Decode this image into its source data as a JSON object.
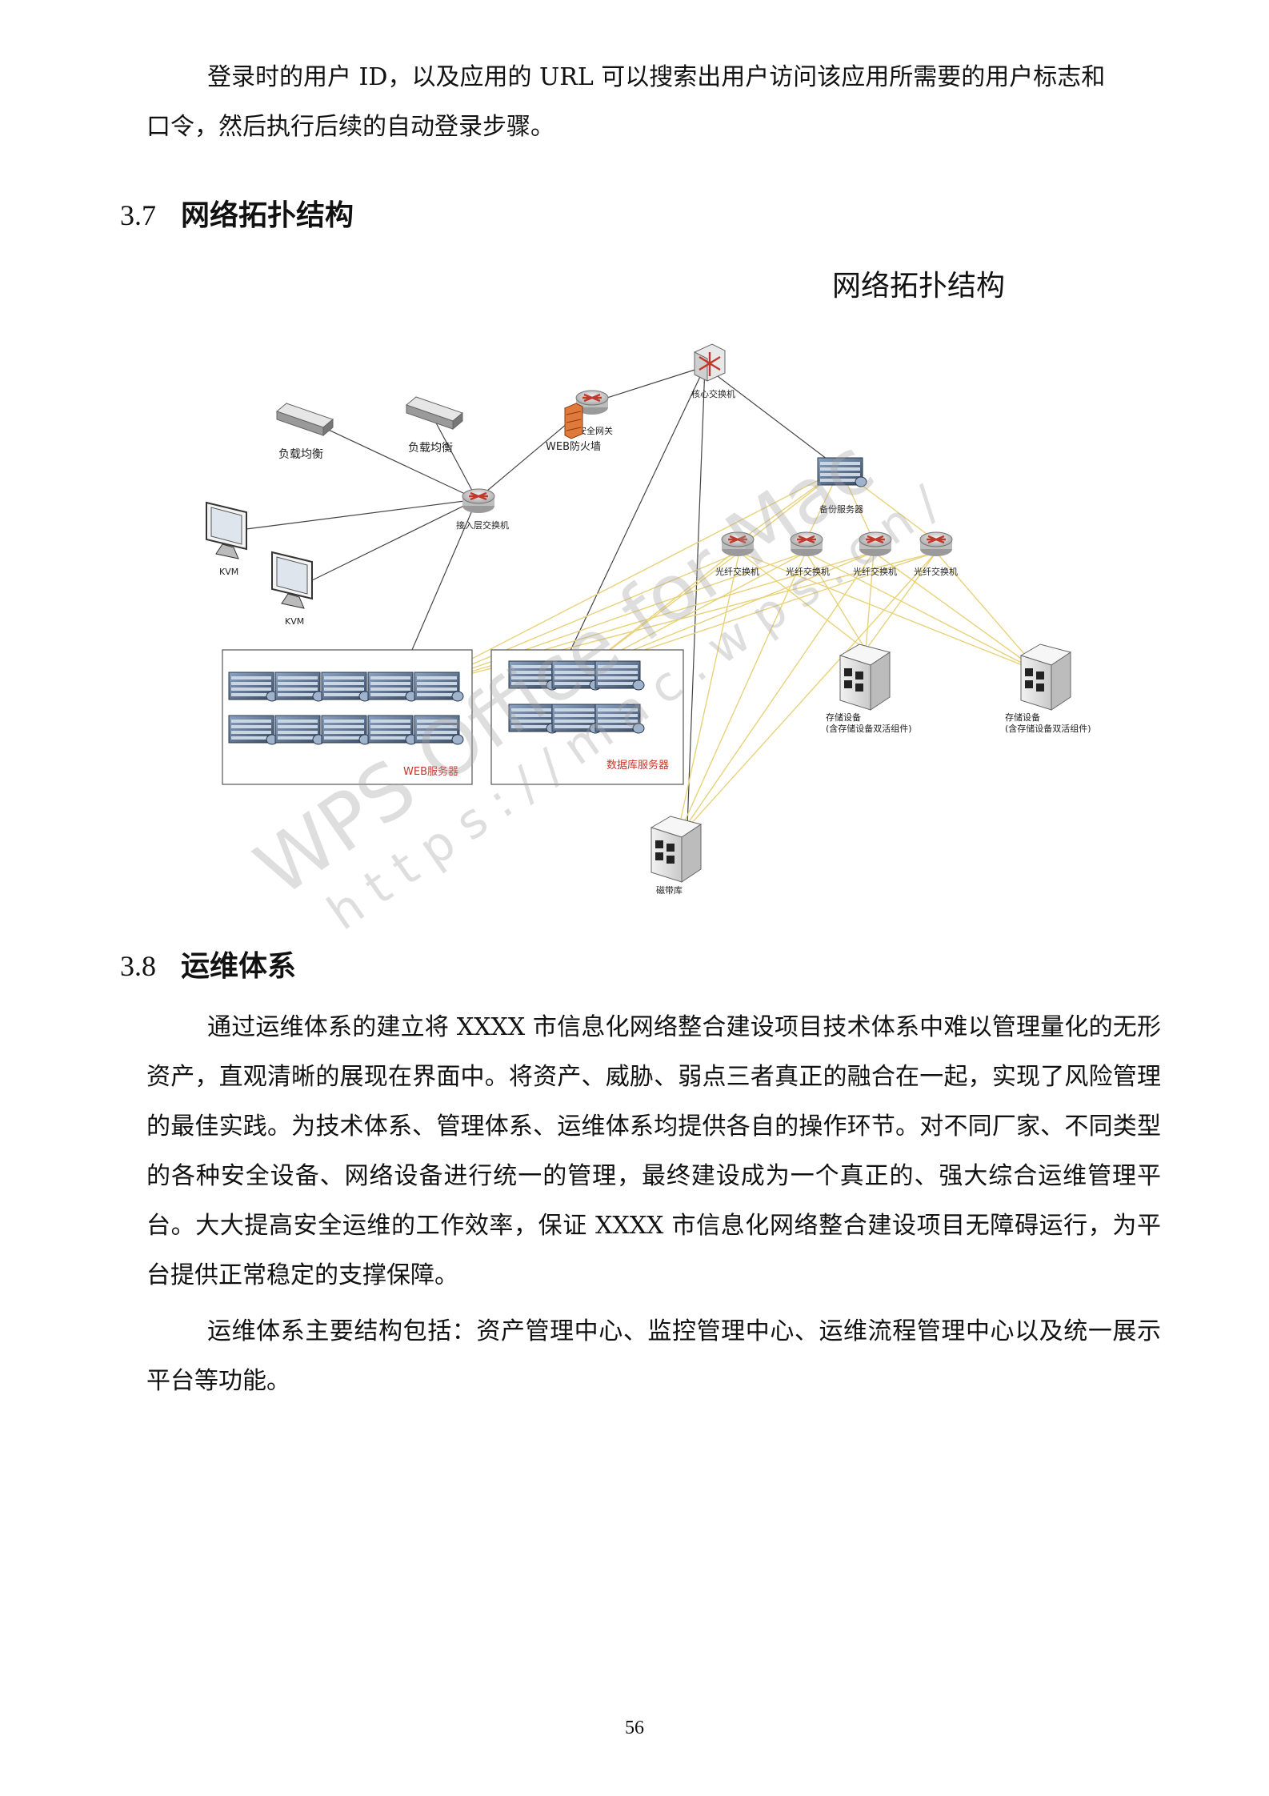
{
  "intro": {
    "line1": "登录时的用户 ID，以及应用的 URL 可以搜索出用户访问该应用所需要的用户标志和",
    "line2": "口令，然后执行后续的自动登录步骤。"
  },
  "section_37": {
    "number": "3.7",
    "title": "网络拓扑结构"
  },
  "figure": {
    "title": "网络拓扑结构",
    "labels": {
      "core_switch": "核心交换机",
      "security_gateway": "安全网关",
      "web_firewall": "WEB防火墙",
      "load_balancer_1": "负载均衡",
      "load_balancer_2": "负载均衡",
      "access_switch": "接入层交换机",
      "kvm_1": "KVM",
      "kvm_2": "KVM",
      "backup_server": "备份服务器",
      "fiber_switch_1": "光纤交换机",
      "fiber_switch_2": "光纤交换机",
      "fiber_switch_3": "光纤交换机",
      "fiber_switch_4": "光纤交换机",
      "storage_1_name": "存储设备",
      "storage_1_desc": "(含存储设备双活组件)",
      "storage_2_name": "存储设备",
      "storage_2_desc": "(含存储设备双活组件)",
      "web_servers": "WEB服务器",
      "db_servers": "数据库服务器",
      "tape_library": "磁带库"
    }
  },
  "section_38": {
    "number": "3.8",
    "title": "运维体系"
  },
  "body_paragraphs": [
    "通过运维体系的建立将 XXXX 市信息化网络整合建设项目技术体系中难以管理量化的无形资产，直观清晰的展现在界面中。将资产、威胁、弱点三者真正的融合在一起，实现了风险管理的最佳实践。为技术体系、管理体系、运维体系均提供各自的操作环节。对不同厂家、不同类型的各种安全设备、网络设备进行统一的管理，最终建设成为一个真正的、强大综合运维管理平台。大大提高安全运维的工作效率，保证 XXXX 市信息化网络整合建设项目无障碍运行，为平台提供正常稳定的支撑保障。",
    "运维体系主要结构包括：资产管理中心、监控管理中心、运维流程管理中心以及统一展示平台等功能。"
  ],
  "watermark": {
    "line1": "WPS Office for Mac",
    "line2": "https://mac.wps.cn/"
  },
  "page_number": "56",
  "colors": {
    "fiber_link": "#e8d27a",
    "server_label": "#c0392b",
    "link": "#444444"
  }
}
